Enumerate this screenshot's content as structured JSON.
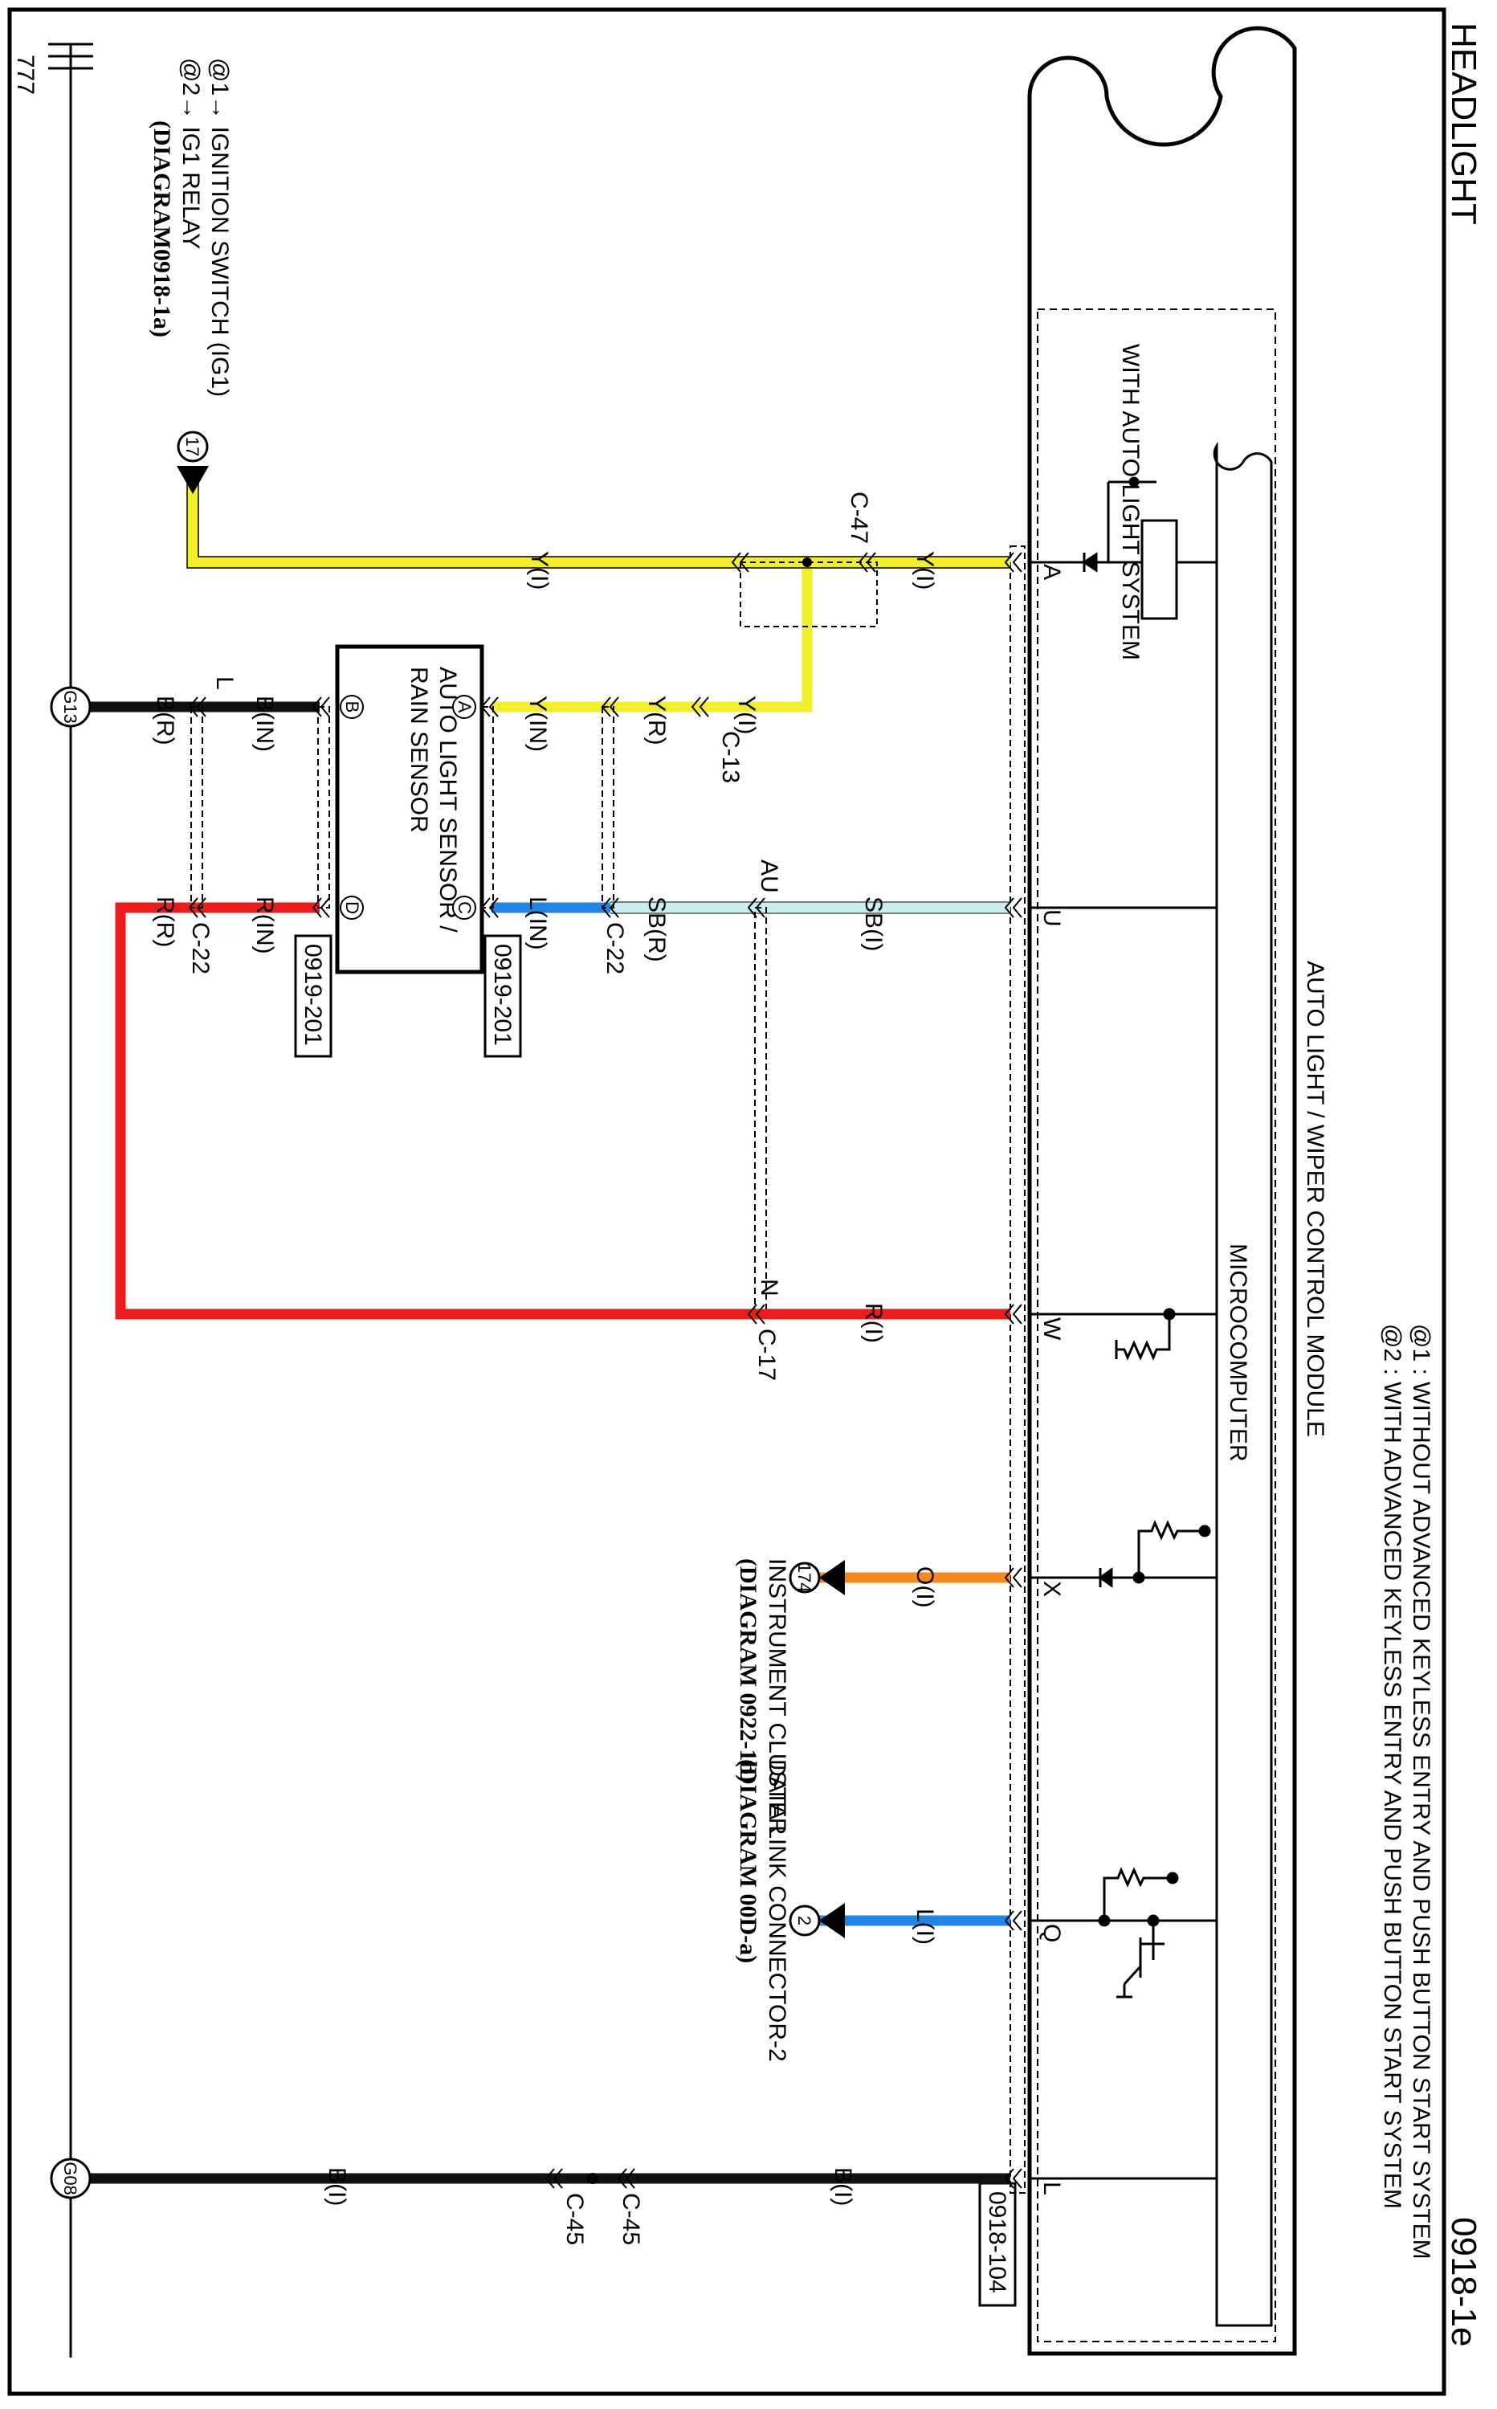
{
  "page": {
    "title": "HEADLIGHT",
    "page_code": "0918-1e",
    "footnote_1": "@1 : WITHOUT ADVANCED KEYLESS ENTRY AND PUSH BUTTON START SYSTEM",
    "footnote_2": "@2 : WITH ADVANCED KEYLESS ENTRY AND PUSH BUTTON START SYSTEM"
  },
  "module": {
    "name": "AUTO LIGHT / WIPER CONTROL MODULE",
    "microcomputer": "MICROCOMPUTER",
    "variant": "WITH AUTO LIGHT SYSTEM",
    "ref": "0918-104",
    "pins": {
      "A": "A",
      "U": "U",
      "W": "W",
      "X": "X",
      "Q": "Q",
      "L": "L"
    }
  },
  "power_source": {
    "line1": "@1→ IGNITION SWITCH (IG1)",
    "line2": "@2→ IG1 RELAY",
    "line3": "(DIAGRAM0918-1a)",
    "bubble": "17"
  },
  "sensor": {
    "name_line1": "AUTO LIGHT SENSOR /",
    "name_line2": "RAIN SENSOR",
    "pin_a": "A",
    "pin_b": "B",
    "pin_c": "C",
    "pin_d": "D",
    "ref1": "0919-201",
    "ref2": "0919-201"
  },
  "connectors": {
    "c47": "C-47",
    "c13": "C-13",
    "c22a": "C-22",
    "c22b": "C-22",
    "c17": "C-17",
    "c45a": "C-45",
    "c45b": "C-45",
    "au": "AU",
    "n": "N",
    "l": "L"
  },
  "wires": {
    "y_i_1": "Y(I)",
    "y_i_2": "Y(I)",
    "y_i_3": "Y(I)",
    "y_r": "Y(R)",
    "y_in": "Y(IN)",
    "sb_i": "SB(I)",
    "sb_r": "SB(R)",
    "l_in": "L(IN)",
    "r_i": "R(I)",
    "r_in": "R(IN)",
    "r_r": "R(R)",
    "b_in": "B(IN)",
    "b_r": "B(R)",
    "o_i": "O(I)",
    "l_i": "L(I)",
    "b_i_1": "B(I)",
    "b_i_2": "B(I)"
  },
  "destinations": {
    "instrument_line1": "INSTRUMENT CLUSTER",
    "instrument_line2": "(DIAGRAM 0922-1b)",
    "instrument_bubble": "174",
    "dlc_line1": "DATA LINK CONNECTOR-2",
    "dlc_line2": "(DIAGRAM 00D-a)",
    "dlc_bubble": "2"
  },
  "grounds": {
    "g13": "G13",
    "g08": "G08",
    "page_mark": "777"
  },
  "colors": {
    "yellow": "#f2ee2a",
    "light_blue": "#c8f0f0",
    "blue": "#1f86e8",
    "red": "#ec1c1c",
    "orange": "#f5871f",
    "black": "#111111"
  }
}
